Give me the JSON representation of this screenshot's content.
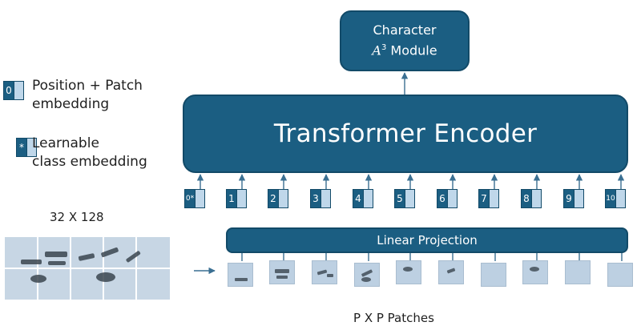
{
  "top_module": {
    "line1": "Character",
    "line2_var": "A",
    "line2_sup": "3",
    "line2_rest": " Module"
  },
  "encoder": {
    "label": "Transformer Encoder"
  },
  "projection": {
    "label": "Linear Projection"
  },
  "legend": {
    "position_patch": {
      "token": "0",
      "line1": "Position + Patch",
      "line2": "embedding"
    },
    "class_token": {
      "token": "*",
      "line1": "Learnable",
      "line2": "class embedding"
    }
  },
  "input": {
    "size_label": "32 X 128"
  },
  "patches": {
    "label": "P X P Patches"
  },
  "tokens": [
    {
      "label": "0*"
    },
    {
      "label": "1"
    },
    {
      "label": "2"
    },
    {
      "label": "3"
    },
    {
      "label": "4"
    },
    {
      "label": "5"
    },
    {
      "label": "6"
    },
    {
      "label": "7"
    },
    {
      "label": "8"
    },
    {
      "label": "9"
    },
    {
      "label": "10"
    }
  ],
  "colors": {
    "dark": "#1b5e82",
    "light": "#bfd7ea",
    "patch": "#bdd0e2"
  }
}
